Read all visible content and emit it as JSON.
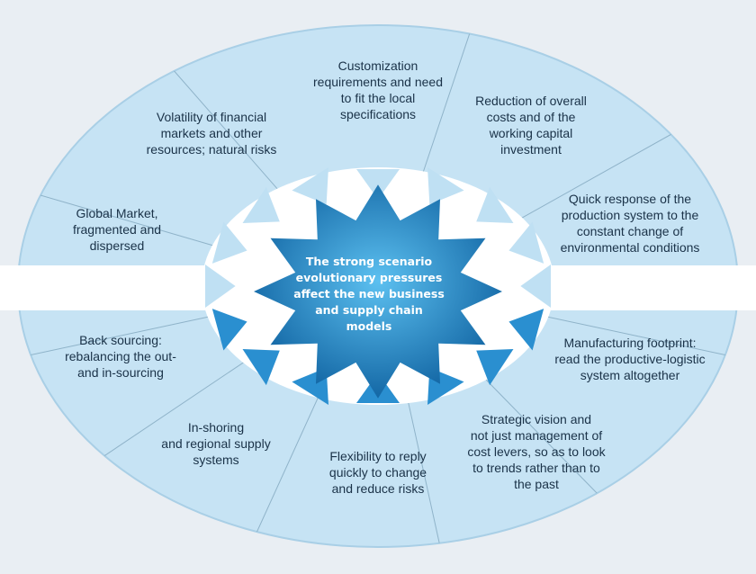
{
  "center": {
    "text": "The strong scenario\nevolutionary pressures\naffect the new business\nand supply chain\nmodels"
  },
  "segments": [
    {
      "id": "customization",
      "text": "Customization\nrequirements and need\nto fit the local\nspecifications"
    },
    {
      "id": "reduction",
      "text": "Reduction of overall\ncosts and of the\nworking capital\ninvestment"
    },
    {
      "id": "quick-response",
      "text": "Quick response of the\nproduction system to the\nconstant change of\nenvironmental conditions"
    },
    {
      "id": "manufacturing",
      "text": "Manufacturing footprint:\nread the productive-logistic\nsystem altogether"
    },
    {
      "id": "strategic",
      "text": "Strategic vision and\nnot just management of\ncost levers, so as to look\nto trends rather than to\nthe past"
    },
    {
      "id": "flexibility",
      "text": "Flexibility to reply\nquickly to change\nand reduce risks"
    },
    {
      "id": "inshoring",
      "text": "In-shoring\nand regional supply\nsystems"
    },
    {
      "id": "backsourcing",
      "text": "Back sourcing:\nrebalancing the out-\nand in-sourcing"
    },
    {
      "id": "global",
      "text": "Global Market,\nfragmented and\ndispersed"
    },
    {
      "id": "volatility",
      "text": "Volatility of financial\nmarkets and other\nresources; natural risks"
    }
  ],
  "colors": {
    "ring": "#c6e3f4",
    "ring_edge": "#a9cfe6",
    "divider": "#8fb3c9",
    "band": "#ffffff",
    "inner": "#ffffff",
    "tri_light": "#bfe0f3",
    "tri_dark": "#2a8fd0",
    "star_light": "#5cc0f0",
    "star_dark": "#0d5f9e"
  }
}
